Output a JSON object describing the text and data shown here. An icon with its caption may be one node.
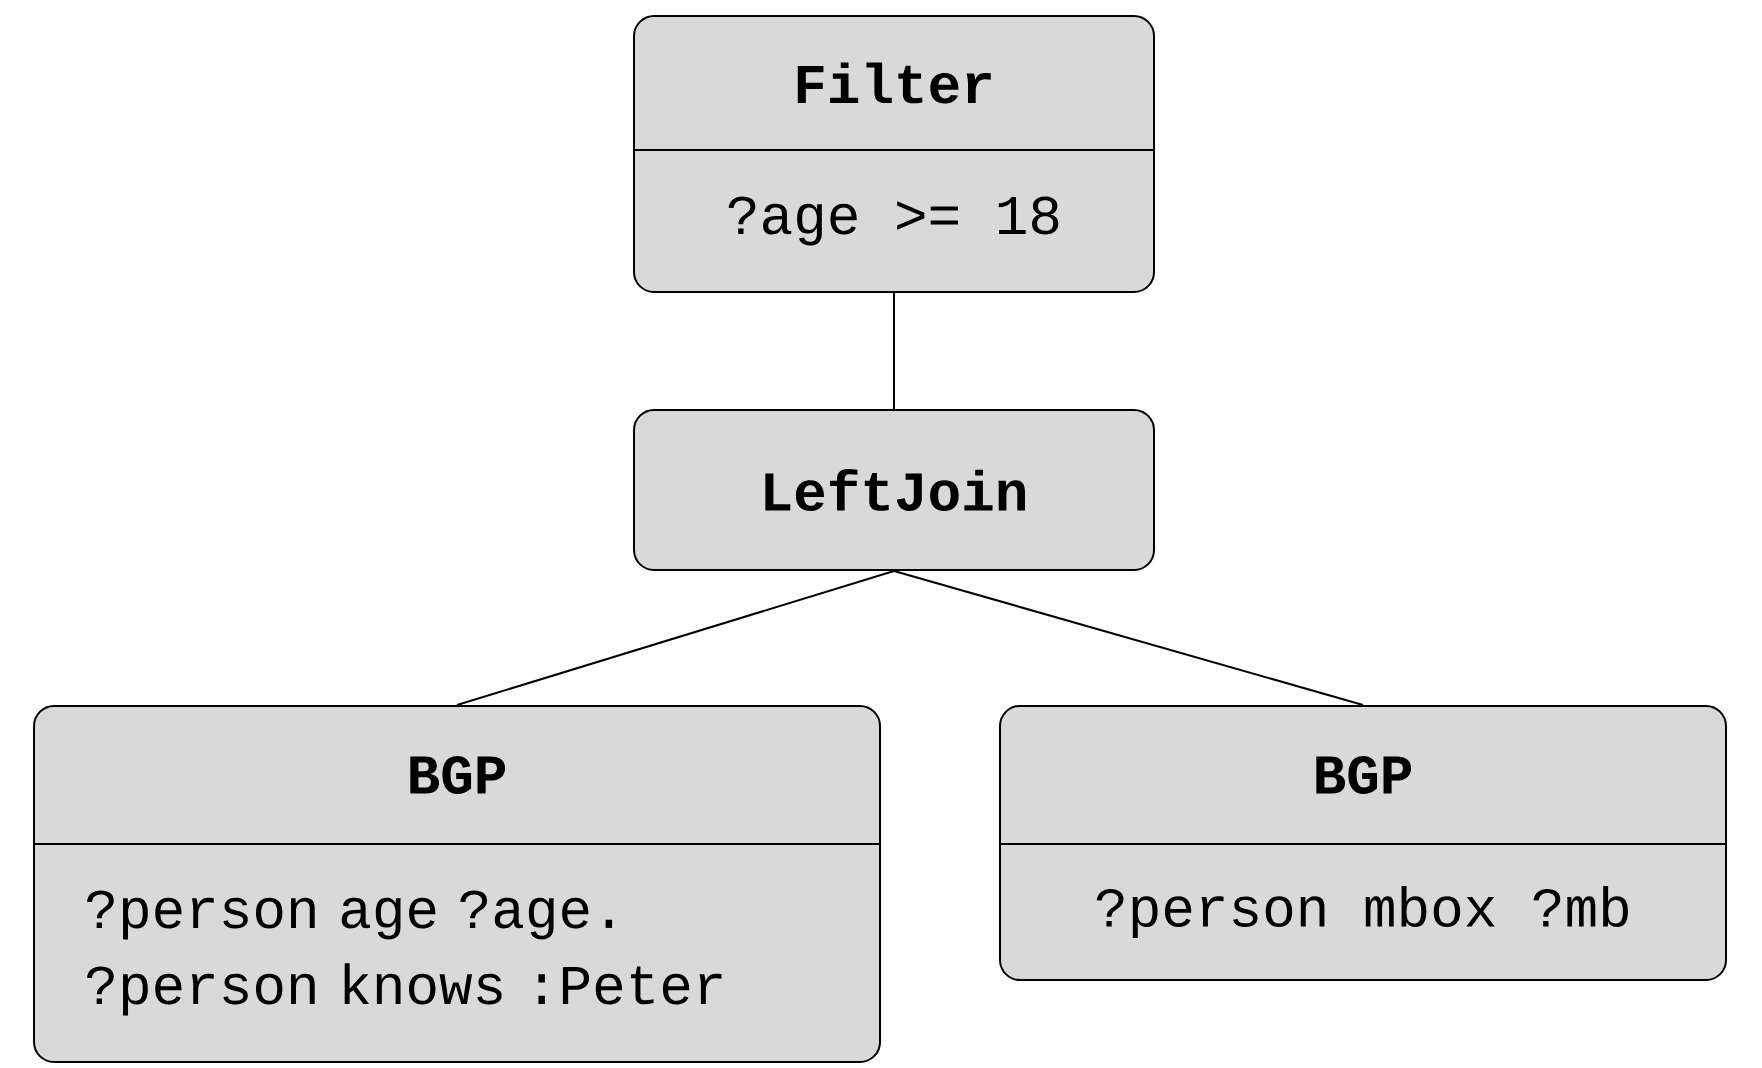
{
  "diagram": {
    "nodes": [
      {
        "text": [
          "Filter",
          "?age >= 18"
        ]
      },
      {
        "text": [
          "LeftJoin"
        ]
      },
      {
        "text": [
          "BGP",
          "?person age ?age. ?person knows :Peter"
        ]
      },
      {
        "text": [
          "BGP",
          "?person mbox ?mb"
        ]
      }
    ],
    "edges": [
      {
        "from": 0,
        "to": 1,
        "arrow": "none"
      },
      {
        "from": 1,
        "to": 2,
        "arrow": "none"
      },
      {
        "from": 1,
        "to": 3,
        "arrow": "none"
      }
    ]
  }
}
